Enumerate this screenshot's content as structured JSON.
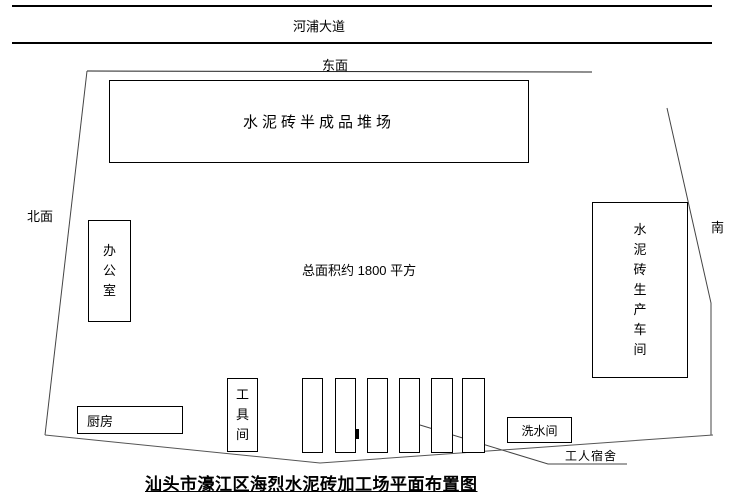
{
  "page_title": "汕头市濠江区海烈水泥砖加工场平面布置图",
  "road": {
    "label": "河浦大道"
  },
  "orientation": {
    "east": "东面",
    "north": "北面",
    "south": "南"
  },
  "site": {
    "area_note": "总面积约 1800 平方"
  },
  "buildings": {
    "stockyard": {
      "label": "水泥砖半成品堆场"
    },
    "office": {
      "label": "办公室"
    },
    "workshop": {
      "label": "水泥砖生产车间"
    },
    "kitchen": {
      "label": "厨房"
    },
    "tool_room": {
      "label": "工具间"
    },
    "wash_room": {
      "label": "洗水间"
    },
    "dormitory": {
      "label": "工人宿舍",
      "building_count": 6
    }
  },
  "colors": {
    "line": "#000000",
    "background": "#ffffff"
  }
}
